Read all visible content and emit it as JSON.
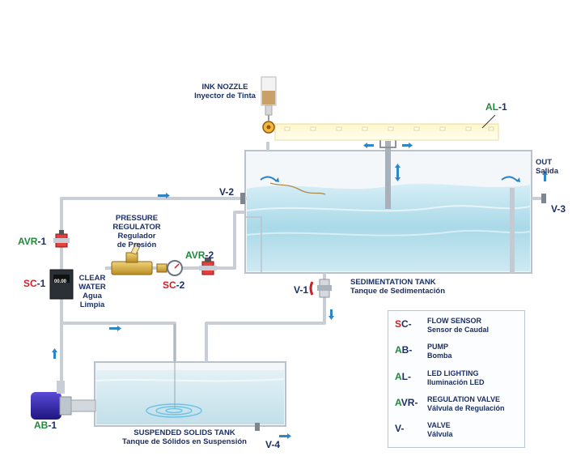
{
  "labels": {
    "ink_nozzle": {
      "en": "INK NOZZLE",
      "es": "Inyector de Tinta"
    },
    "pressure_regulator": {
      "en": "PRESSURE",
      "en2": "REGULATOR",
      "es": "Regulador",
      "es2": "de Presión"
    },
    "clear_water": {
      "en": "CLEAR",
      "en2": "WATER",
      "es": "Agua",
      "es2": "Limpia"
    },
    "out": {
      "en": "OUT",
      "es": "Salida"
    },
    "sedimentation_tank": {
      "en": "SEDIMENTATION TANK",
      "es": "Tanque de Sedimentación"
    },
    "suspended_solids_tank": {
      "en": "SUSPENDED SOLIDS TANK",
      "es": "Tanque de Sólidos en Suspensión"
    }
  },
  "tags": {
    "al1": {
      "prefix": "AL",
      "suffix": "-1"
    },
    "v2": {
      "prefix": "V",
      "suffix": "-2"
    },
    "v3": {
      "prefix": "V",
      "suffix": "-3"
    },
    "v1": {
      "prefix": "V",
      "suffix": "-1"
    },
    "v4": {
      "prefix": "V",
      "suffix": "-4"
    },
    "avr1": {
      "prefix": "AVR",
      "suffix": "-1"
    },
    "avr2": {
      "prefix": "AVR",
      "suffix": "-2"
    },
    "sc1": {
      "prefix": "SC",
      "suffix": "-1"
    },
    "sc2": {
      "prefix": "SC",
      "suffix": "-2"
    },
    "ab1": {
      "prefix": "AB",
      "suffix": "-1"
    }
  },
  "sensor_display": "00.00",
  "legend": [
    {
      "prefix": "S",
      "rest": "C-",
      "title": "FLOW SENSOR",
      "subtitle": "Sensor de Caudal"
    },
    {
      "prefix": "A",
      "rest": "B-",
      "title": "PUMP",
      "subtitle": "Bomba"
    },
    {
      "prefix": "A",
      "rest": "L-",
      "title": "LED LIGHTING",
      "subtitle": "Iluminación LED"
    },
    {
      "prefix": "A",
      "rest": "VR-",
      "title": "REGULATION VALVE",
      "subtitle": "Válvula de Regulación"
    },
    {
      "prefix": "",
      "rest": "V-",
      "title": "VALVE",
      "subtitle": "Válvula"
    }
  ],
  "colors": {
    "sensor_prefix": "#d21f26",
    "pump_prefix": "#1e8a3a",
    "light_prefix": "#1e8a3a",
    "valve_prefix": "#1e8a3a",
    "text": "#1c2f66",
    "pipe": "#c9ced6",
    "water": "#bfe3ee",
    "arrow": "#2e86c9"
  }
}
